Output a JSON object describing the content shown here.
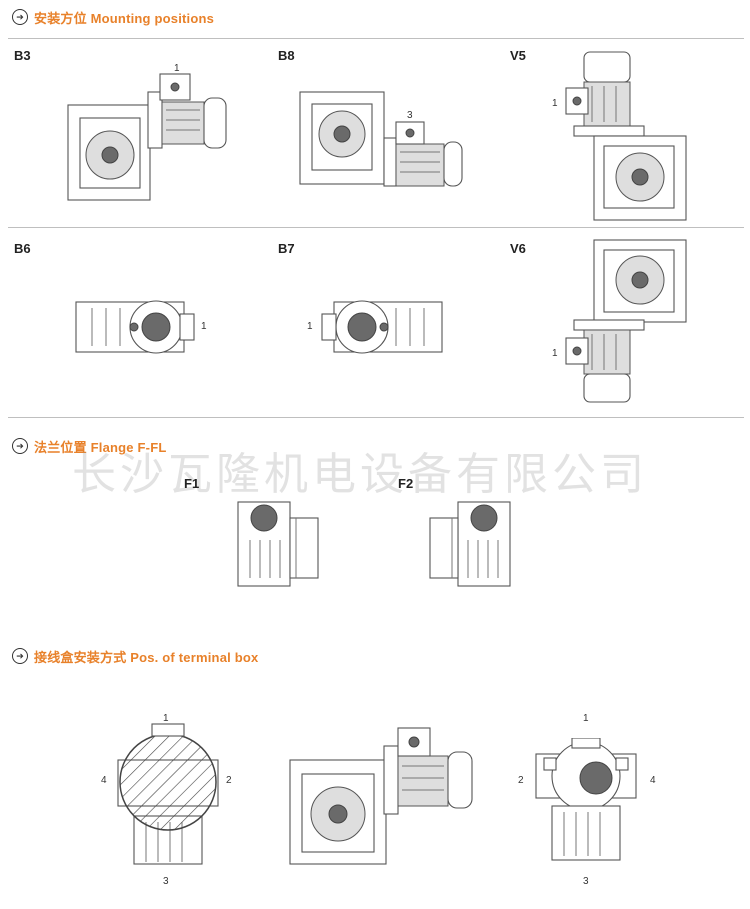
{
  "sections": {
    "mounting": {
      "icon": "arrow-circle-icon",
      "title": "安装方位 Mounting positions"
    },
    "flange": {
      "icon": "arrow-circle-icon",
      "title": "法兰位置 Flange F-FL"
    },
    "terminal": {
      "icon": "arrow-circle-icon",
      "title": "接线盒安装方式 Pos. of terminal box"
    }
  },
  "mounting_positions": [
    {
      "label": "B3",
      "marks": [
        "1"
      ]
    },
    {
      "label": "B8",
      "marks": [
        "3"
      ]
    },
    {
      "label": "V5",
      "marks": [
        "1"
      ]
    },
    {
      "label": "B6",
      "marks": [
        "1"
      ]
    },
    {
      "label": "B7",
      "marks": [
        "1"
      ]
    },
    {
      "label": "V6",
      "marks": [
        "1"
      ]
    }
  ],
  "flange_positions": [
    {
      "label": "F1"
    },
    {
      "label": "F2"
    }
  ],
  "terminal_box": {
    "left": {
      "top": "1",
      "right": "2",
      "bottom": "3",
      "left": "4"
    },
    "right": {
      "top": "1",
      "right": "4",
      "bottom": "3",
      "left": "2"
    }
  },
  "watermark": "长沙瓦隆机电设备有限公司",
  "colors": {
    "accent": "#e8812a",
    "rule": "#bfbfbf"
  }
}
